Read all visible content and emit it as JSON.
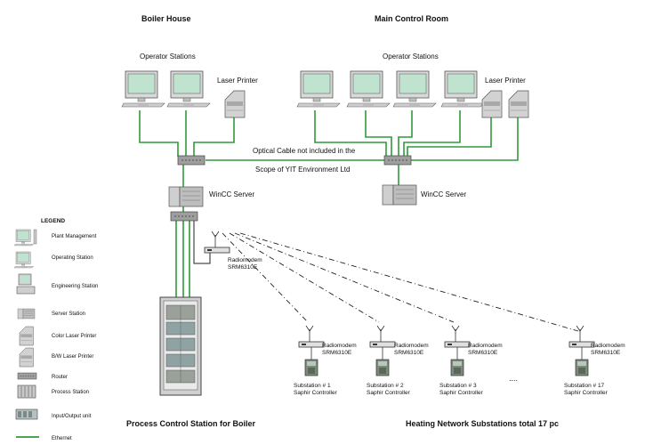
{
  "sections": {
    "boiler_house": "Boiler House",
    "main_control_room": "Main Control Room",
    "process_control_station": "Process Control Station for Boiler",
    "heating_network": "Heating Network Substations total 17 pc"
  },
  "labels": {
    "operator_stations_left": "Operator Stations",
    "operator_stations_right": "Operator Stations",
    "laser_printer_left": "Laser Printer",
    "laser_printer_right": "Laser Printer",
    "optical_cable_line1": "Optical Cable not included in the",
    "optical_cable_line2": "Scope of YIT Environment Ltd",
    "wincc_left": "WinCC Server",
    "wincc_right": "WinCC Server",
    "radiomodem_main_1": "Radiomodem",
    "radiomodem_main_2": "SRM6310E",
    "ellipsis": "...."
  },
  "substations": [
    {
      "radio1": "Radiomodem",
      "radio2": "SRM6310E",
      "sub1": "Substation # 1",
      "sub2": "Saphir Controller"
    },
    {
      "radio1": "Radiomodem",
      "radio2": "SRM6310E",
      "sub1": "Substation # 2",
      "sub2": "Saphir Controller"
    },
    {
      "radio1": "Radiomodem",
      "radio2": "SRM6310E",
      "sub1": "Substation # 3",
      "sub2": "Saphir Controller"
    },
    {
      "radio1": "Radiomodem",
      "radio2": "SRM6310E",
      "sub1": "Substation # 17",
      "sub2": "Saphir Controller"
    }
  ],
  "legend": {
    "title": "LEGEND",
    "items": [
      {
        "label": "Plant Management",
        "icon": "plant-management-icon"
      },
      {
        "label": "Operating Station",
        "icon": "operating-station-icon"
      },
      {
        "label": "Engineering Station",
        "icon": "engineering-station-icon"
      },
      {
        "label": "Server Station",
        "icon": "server-station-icon"
      },
      {
        "label": "Color Laser Printer",
        "icon": "color-laser-printer-icon"
      },
      {
        "label": "B/W Laser Printer",
        "icon": "bw-laser-printer-icon"
      },
      {
        "label": "Router",
        "icon": "router-icon"
      },
      {
        "label": "Process Station",
        "icon": "process-station-icon"
      },
      {
        "label": "Input/Output unit",
        "icon": "io-unit-icon"
      },
      {
        "label": "Ethernet",
        "icon": "ethernet-line-icon"
      }
    ]
  },
  "colors": {
    "ethernet": "#2f9a3a",
    "monitor_screen": "#bfe3cf",
    "device_gray": "#b8b8b8",
    "dashed_link": "#222222"
  }
}
